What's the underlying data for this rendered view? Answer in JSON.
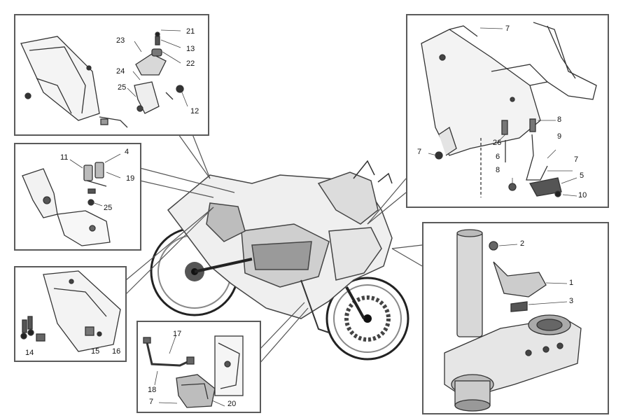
{
  "diagram": {
    "callouts": {
      "top_left": [
        "21",
        "13",
        "22",
        "23",
        "24",
        "25",
        "12"
      ],
      "mid_left": [
        "11",
        "4",
        "19",
        "25"
      ],
      "bottom_left": [
        "14",
        "15",
        "16"
      ],
      "bottom_center": [
        "17",
        "18",
        "7",
        "20"
      ],
      "top_right": [
        "7",
        "8",
        "26",
        "9",
        "6",
        "7",
        "8",
        "5",
        "10",
        "7"
      ],
      "bottom_right": [
        "2",
        "1",
        "3"
      ]
    }
  }
}
